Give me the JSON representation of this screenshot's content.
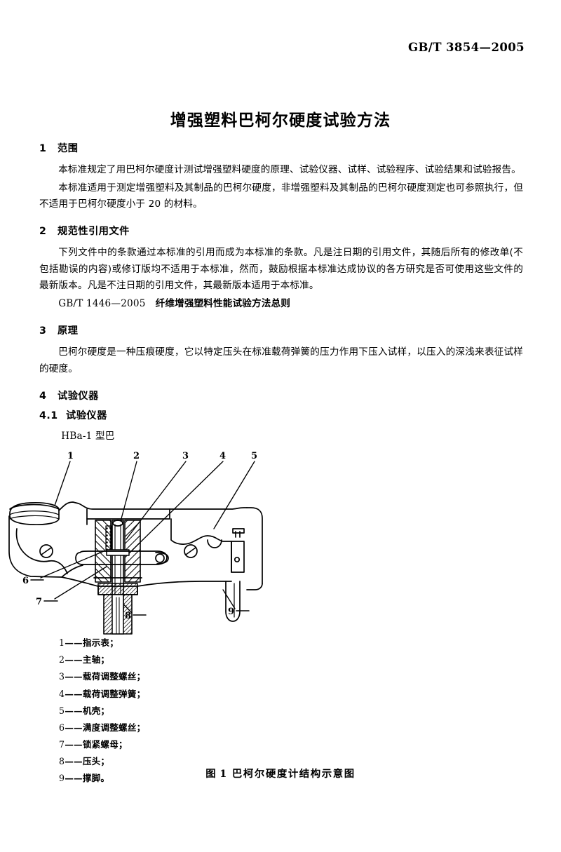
{
  "header": {
    "standard_code": "GB/T 3854—2005"
  },
  "title": "增强塑料巴柯尔硬度试验方法",
  "sections": [
    {
      "number": "1",
      "heading": "范围",
      "paragraphs": [
        "本标准规定了用巴柯尔硬度计测试增强塑料硬度的原理、试验仪器、试样、试验程序、试验结果和试验报告。",
        "本标准适用于测定增强塑料及其制品的巴柯尔硬度，非增强塑料及其制品的巴柯尔硬度测定也可参照执行，但不适用于巴柯尔硬度小于 20 的材料。"
      ]
    },
    {
      "number": "2",
      "heading": "规范性引用文件",
      "paragraphs": [
        "下列文件中的条款通过本标准的引用而成为本标准的条款。凡是注日期的引用文件，其随后所有的修改单(不包括勘误的内容)或修订版均不适用于本标准，然而，鼓励根据本标准达成协议的各方研究是否可使用这些文件的最新版本。凡是不注日期的引用文件，其最新版本适用于本标准。"
      ],
      "reference": {
        "code": "GB/T 1446—2005",
        "title": "纤维增强塑料性能试验方法总则"
      }
    },
    {
      "number": "3",
      "heading": "原理",
      "paragraphs": [
        "巴柯尔硬度是一种压痕硬度，它以特定压头在标准载荷弹簧的压力作用下压入试样，以压入的深浅来表征试样的硬度。"
      ]
    },
    {
      "number": "4",
      "heading": "试验仪器"
    },
    {
      "number": "4.1",
      "heading": "试验仪器",
      "model_text": "HBa-1 型巴"
    }
  ],
  "figure": {
    "caption_label": "图",
    "caption_number": "1",
    "caption_title": "巴柯尔硬度计结构示意图",
    "callout_numbers": [
      "1",
      "2",
      "3",
      "4",
      "5",
      "6",
      "7",
      "8",
      "9"
    ],
    "legend": [
      {
        "num": "1",
        "dash": "——",
        "label": "指示表；"
      },
      {
        "num": "2",
        "dash": "——",
        "label": "主轴；"
      },
      {
        "num": "3",
        "dash": "——",
        "label": "载荷调整螺丝；"
      },
      {
        "num": "4",
        "dash": "——",
        "label": "载荷调整弹簧；"
      },
      {
        "num": "5",
        "dash": "——",
        "label": "机壳；"
      },
      {
        "num": "6",
        "dash": "——",
        "label": "满度调整螺丝；"
      },
      {
        "num": "7",
        "dash": "——",
        "label": "锁紧螺母；"
      },
      {
        "num": "8",
        "dash": "——",
        "label": "压头；"
      },
      {
        "num": "9",
        "dash": "——",
        "label": "撑脚。"
      }
    ]
  },
  "colors": {
    "ink": "#000000",
    "paper": "#ffffff"
  }
}
